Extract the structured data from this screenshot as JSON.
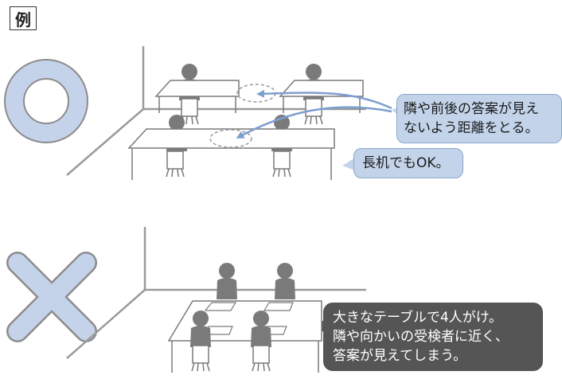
{
  "example_label": "例",
  "correct_symbol": "circle-icon",
  "wrong_symbol": "cross-icon",
  "bubble_distance": [
    "隣や前後の答案が見え",
    "ないよう距離をとる。"
  ],
  "bubble_long_desk": [
    "長机でもOK。"
  ],
  "bubble_bad": [
    "大きなテーブルで4人がけ。",
    "隣や向かいの受検者に近く、",
    "答案が見えてしまう。"
  ],
  "colors": {
    "symbol_fill": "#c5d3ea",
    "symbol_stroke": "#8c8c8c",
    "bubble_blue": "#c3d4ea",
    "bubble_dark": "#555555",
    "person": "#7a7a7a",
    "line": "#9a9a9a",
    "arrow": "#7d9fd0"
  }
}
